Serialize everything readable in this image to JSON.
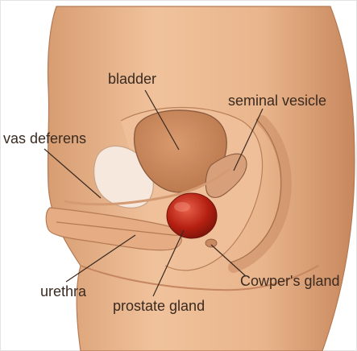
{
  "labels": {
    "bladder": "bladder",
    "seminal_vesicle": "seminal vesicle",
    "vas_deferens": "vas deferens",
    "urethra": "urethra",
    "prostate_gland": "prostate gland",
    "cowpers_gland": "Cowper's gland"
  },
  "colors": {
    "background": "#ffffff",
    "frame": "#e3e3e3",
    "skin": "#e8b48c",
    "skin_shadow": "#c98a62",
    "bladder": "#c9875a",
    "prostate": "#b62012",
    "outline": "#8a5a3e",
    "leader_line": "#3a2a20"
  }
}
